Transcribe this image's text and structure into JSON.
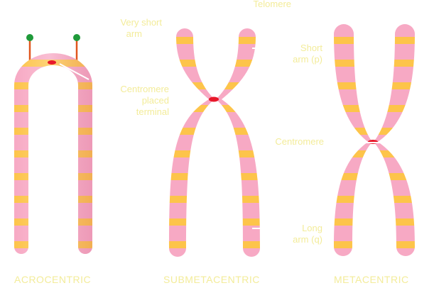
{
  "labels": {
    "telomere": "Telomere",
    "very_short_arm_1": "Very short",
    "very_short_arm_2": "arm",
    "short_arm_1": "Short",
    "short_arm_2": "arm (p)",
    "centromere_placed_1": "Centromere",
    "centromere_placed_2": "placed",
    "centromere_placed_3": "terminal",
    "centromere": "Centromere",
    "long_arm_1": "Long",
    "long_arm_2": "arm (q)"
  },
  "captions": {
    "acrocentric": "ACROCENTRIC",
    "submetacentric": "SUBMETACENTRIC",
    "metacentric": "METACENTRIC"
  },
  "colors": {
    "band_pink": "#f7a9c4",
    "band_yellow": "#fdc44a",
    "centromere_red": "#e8182a",
    "satellite_green": "#1f9a3a",
    "stalk_orange": "#e0561e",
    "label_text": "#f3ec9a"
  }
}
